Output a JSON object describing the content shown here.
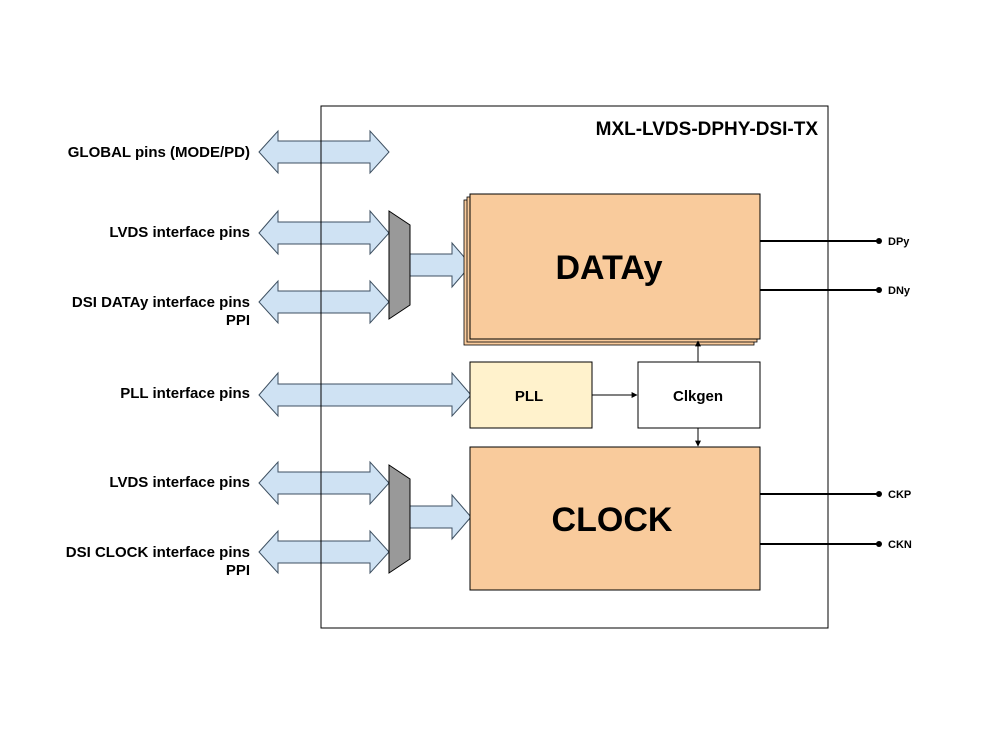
{
  "title": "MXL-LVDS-DPHY-DSI-TX",
  "left_labels": {
    "global": "GLOBAL pins (MODE/PD)",
    "lvds_1": "LVDS interface pins",
    "dsi_data_line1": "DSI DATAy interface pins",
    "dsi_data_line2": "PPI",
    "pll": "PLL interface pins",
    "lvds_2": "LVDS interface pins",
    "dsi_clock_line1": "DSI CLOCK interface pins",
    "dsi_clock_line2": "PPI"
  },
  "blocks": {
    "data": "DATAy",
    "pll": "PLL",
    "clkgen": "Clkgen",
    "clock": "CLOCK"
  },
  "outputs": {
    "dp": "DPy",
    "dn": "DNy",
    "ckp": "CKP",
    "ckn": "CKN"
  },
  "colors": {
    "bus_fill": "#cfe2f3",
    "bus_stroke": "#3d4f60",
    "block_fill": "#f9cb9c",
    "pll_fill": "#fff2cc",
    "mux_fill": "#999999",
    "outline": "#000000"
  }
}
